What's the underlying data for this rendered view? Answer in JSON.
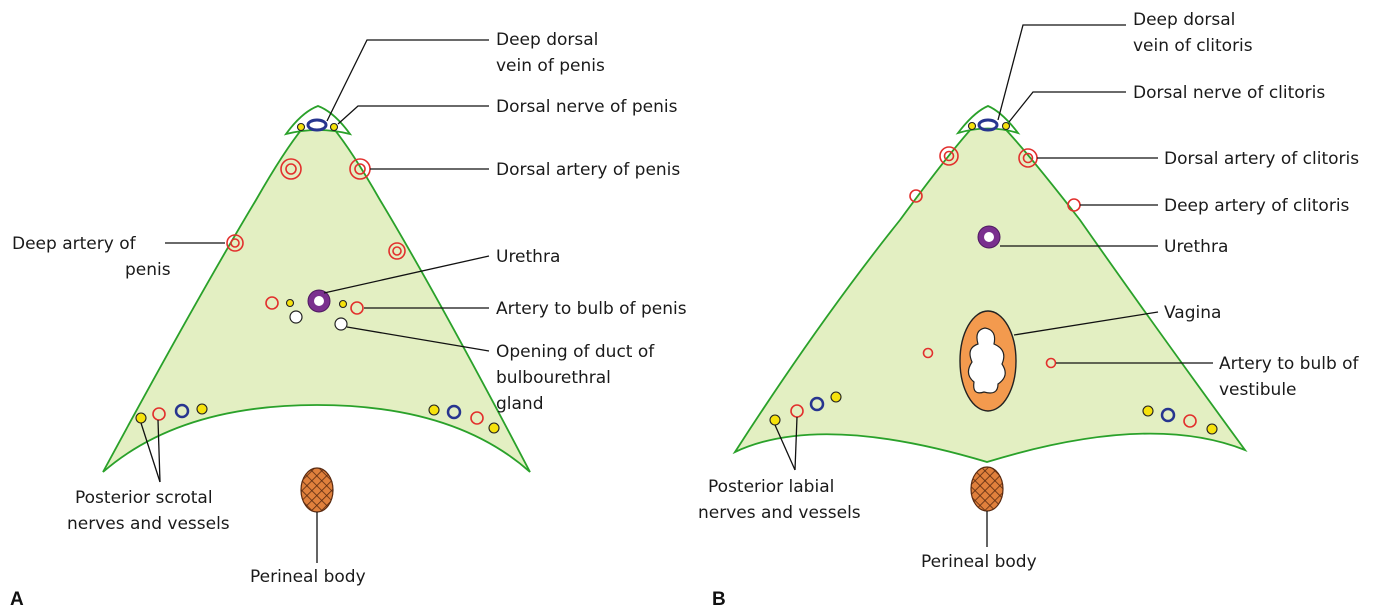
{
  "panel_a": {
    "letter": "A",
    "labels": {
      "deep_dorsal_vein_1": "Deep dorsal",
      "deep_dorsal_vein_2": "vein of penis",
      "dorsal_nerve": "Dorsal nerve of penis",
      "dorsal_artery": "Dorsal artery of penis",
      "deep_artery_1": "Deep artery of",
      "deep_artery_2": "penis",
      "urethra": "Urethra",
      "artery_bulb": "Artery to bulb of penis",
      "duct_1": "Opening of duct of",
      "duct_2": "bulbourethral",
      "duct_3": "gland",
      "posterior_1": "Posterior scrotal",
      "posterior_2": "nerves and vessels",
      "perineal_body": "Perineal body"
    }
  },
  "panel_b": {
    "letter": "B",
    "labels": {
      "deep_dorsal_vein_1": "Deep dorsal",
      "deep_dorsal_vein_2": "vein of clitoris",
      "dorsal_nerve": "Dorsal nerve of clitoris",
      "dorsal_artery": "Dorsal artery of clitoris",
      "deep_artery": "Deep artery of clitoris",
      "urethra": "Urethra",
      "vagina": "Vagina",
      "artery_bulb_1": "Artery to bulb of",
      "artery_bulb_2": "vestibule",
      "posterior_1": "Posterior labial",
      "posterior_2": "nerves and vessels",
      "perineal_body": "Perineal body"
    }
  },
  "colors": {
    "membrane_fill": "#e3efc2",
    "membrane_stroke": "#2aa12a",
    "artery": "#e2302d",
    "vein": "#27358f",
    "nerve": "#f6e20c",
    "urethra": "#7a2f8e",
    "vagina": "#f39a4e",
    "perineal_body": "#e0803c"
  }
}
